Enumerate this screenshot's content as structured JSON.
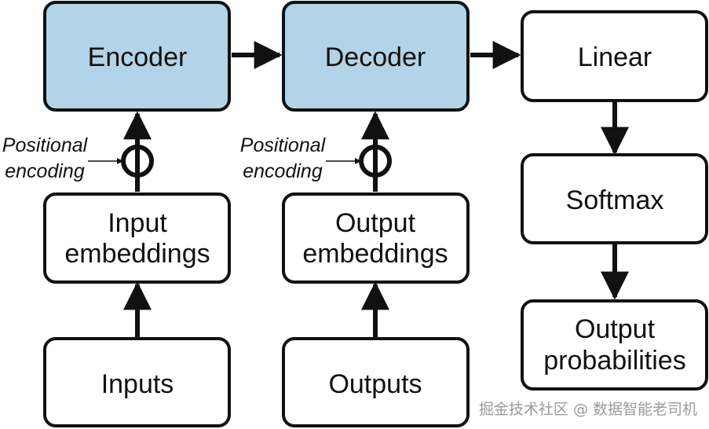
{
  "colors": {
    "highlight_fill": "#b3d4e8",
    "plain_fill": "#ffffff",
    "stroke": "#111111"
  },
  "boxes": {
    "encoder": "Encoder",
    "decoder": "Decoder",
    "linear": "Linear",
    "softmax": "Softmax",
    "input_embeddings": [
      "Input",
      "embeddings"
    ],
    "output_embeddings": [
      "Output",
      "embeddings"
    ],
    "inputs": "Inputs",
    "outputs": "Outputs",
    "output_probabilities": [
      "Output",
      "probabilities"
    ]
  },
  "positional_encoding": [
    "Positional",
    "encoding"
  ],
  "watermark": "掘金技术社区 @ 数据智能老司机"
}
